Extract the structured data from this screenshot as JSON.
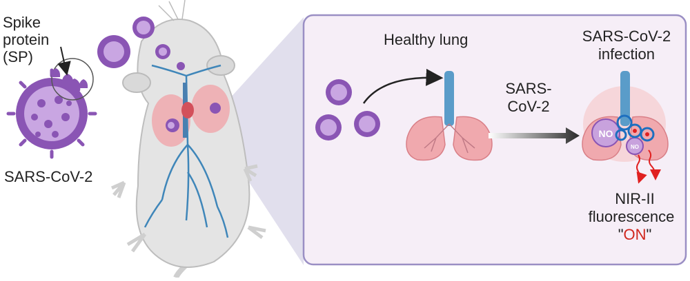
{
  "labels": {
    "spike_line1": "Spike",
    "spike_line2": "protein",
    "spike_line3": "(SP)",
    "virus_name": "SARS-CoV-2",
    "healthy": "Healthy lung",
    "arrow_line1": "SARS-",
    "arrow_line2": "CoV-2",
    "infection_line1": "SARS-CoV-2",
    "infection_line2": "infection",
    "nir_line1": "NIR-II",
    "nir_line2": "fluorescence",
    "on_open": "\"",
    "on_word": "ON",
    "on_close": "\"",
    "no_big": "NO",
    "no_small": "NO"
  },
  "colors": {
    "virus": "#8a55b4",
    "virus_light": "#c9a6e2",
    "lung": "#f0a9ae",
    "lung_dark": "#d97f87",
    "trachea": "#5a9cc9",
    "panel_bg": "#f6eef7",
    "panel_border": "#9a8fc4",
    "fluorescence": "#e02020",
    "on_text": "#d0261d",
    "mouse": "#e4e4e4"
  }
}
